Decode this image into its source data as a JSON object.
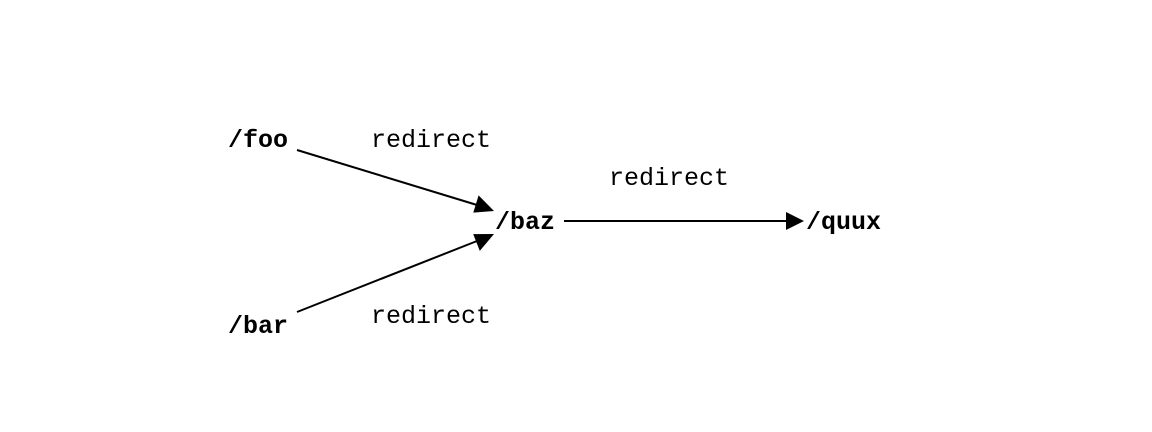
{
  "nodes": {
    "foo": {
      "label": "/foo"
    },
    "bar": {
      "label": "/bar"
    },
    "baz": {
      "label": "/baz"
    },
    "quux": {
      "label": "/quux"
    }
  },
  "edges": [
    {
      "from": "foo",
      "to": "baz",
      "label": "redirect"
    },
    {
      "from": "bar",
      "to": "baz",
      "label": "redirect"
    },
    {
      "from": "baz",
      "to": "quux",
      "label": "redirect"
    }
  ]
}
